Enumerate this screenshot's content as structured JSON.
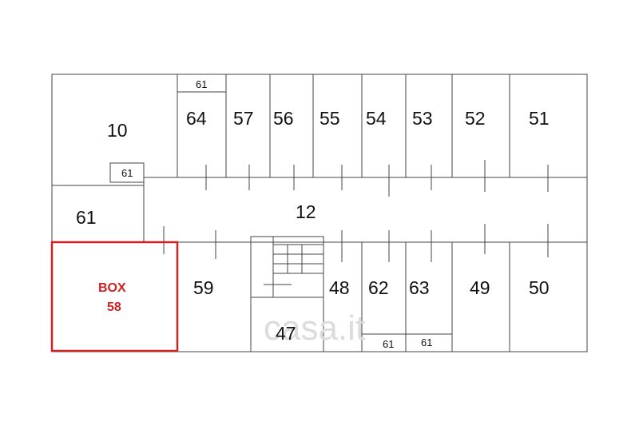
{
  "watermark": "casa.it",
  "rooms": {
    "r10": "10",
    "r64": "64",
    "r57": "57",
    "r56": "56",
    "r55": "55",
    "r54": "54",
    "r53": "53",
    "r52": "52",
    "r51": "51",
    "r61_top": "61",
    "r61_small_left": "61",
    "r61_left": "61",
    "r12": "12",
    "r59": "59",
    "r48": "48",
    "r62": "62",
    "r63": "63",
    "r49": "49",
    "r50": "50",
    "r47": "47",
    "r61_bottom_a": "61",
    "r61_bottom_b": "61"
  },
  "highlight": {
    "title": "BOX",
    "number": "58",
    "color": "#cc2222"
  }
}
